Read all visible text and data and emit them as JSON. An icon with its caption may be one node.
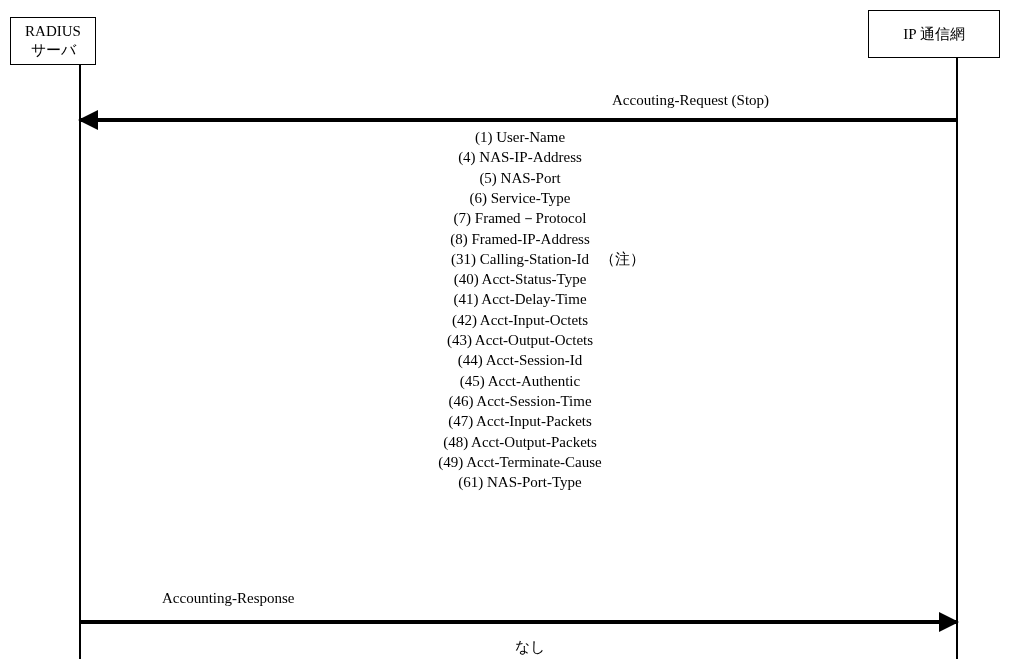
{
  "diagram": {
    "nodes": [
      {
        "text": [
          "RADIUS サーバ"
        ]
      },
      {
        "text": [
          "IP 通信網"
        ]
      }
    ],
    "edges": [
      {
        "from": 1,
        "to": 0,
        "arrow": "to",
        "label": "Accouting-Request (Stop)"
      },
      {
        "from": 0,
        "to": 1,
        "arrow": "to",
        "label": "Accounting-Response"
      }
    ],
    "labels": [
      "(1) User-Name",
      "(4) NAS-IP-Address",
      "(5) NAS-Port",
      "(6) Service-Type",
      "(7) Framed－Protocol",
      "(8) Framed-IP-Address",
      "(31) Calling-Station-Id",
      "（注）",
      "(40) Acct-Status-Type",
      "(41) Acct-Delay-Time",
      "(42) Acct-Input-Octets",
      "(43) Acct-Output-Octets",
      "(44) Acct-Session-Id",
      "(45) Acct-Authentic",
      "(46) Acct-Session-Time",
      "(47) Acct-Input-Packets",
      "(48) Acct-Output-Packets",
      "(49) Acct-Terminate-Cause",
      "(61) NAS-Port-Type",
      "なし"
    ]
  }
}
